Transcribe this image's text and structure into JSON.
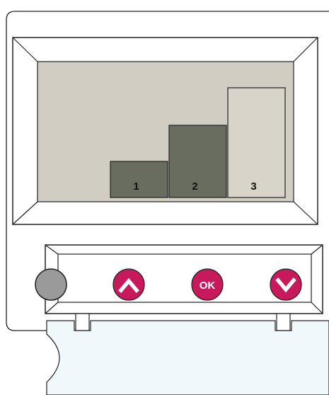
{
  "display": {
    "bars": [
      {
        "label": "1",
        "level": 1,
        "state": "filled"
      },
      {
        "label": "2",
        "level": 2,
        "state": "filled"
      },
      {
        "label": "3",
        "level": 3,
        "state": "selected"
      }
    ]
  },
  "controls": {
    "up_button": {
      "icon": "chevron-up-icon"
    },
    "ok_button": {
      "label": "OK"
    },
    "down_button": {
      "icon": "chevron-down-icon"
    },
    "status_indicator": {
      "icon": "gray-circle"
    }
  },
  "colors": {
    "screen_background": "#d2cdc3",
    "bar_filled": "#696d60",
    "bar_empty": "#d9d4ca",
    "button_accent": "#c8195c",
    "indicator": "#9a9a9a",
    "card": "#f1f8fb"
  }
}
